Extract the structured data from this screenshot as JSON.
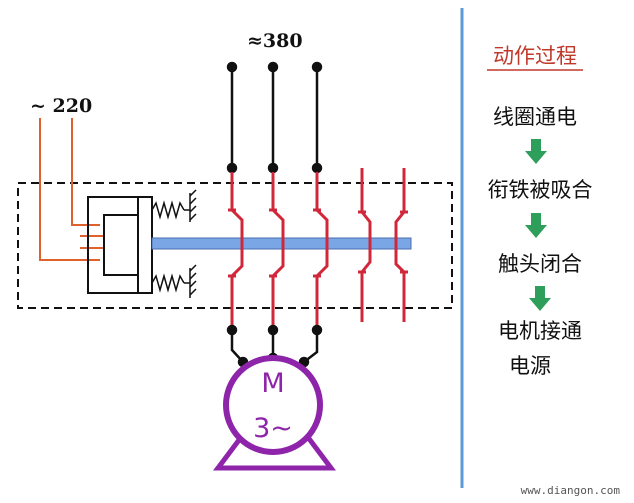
{
  "labels": {
    "three_phase_voltage": "≈380",
    "control_voltage": "~ 220",
    "motor_symbol": "M",
    "motor_phase": "3~"
  },
  "process": {
    "title": "动作过程",
    "steps": [
      "线圈通电",
      "衔铁被吸合",
      "触头闭合",
      "电机接通",
      "电源"
    ]
  },
  "watermark": "www.diangon.com",
  "colors": {
    "wire_black": "#111111",
    "wire_orange": "#e0622b",
    "contact_red": "#d0283a",
    "armature_blue": "#7aa6e6",
    "motor_purple": "#8e24aa",
    "divider_blue": "#5b9bd5",
    "arrow_green": "#2e9e5b",
    "title_red": "#c0392b"
  }
}
